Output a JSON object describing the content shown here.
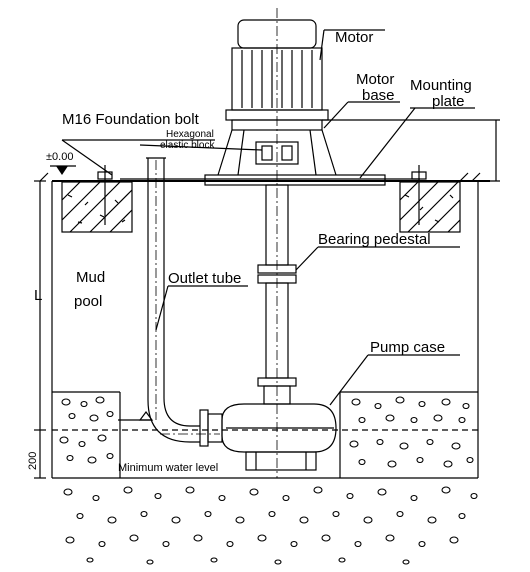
{
  "labels": {
    "motor": "Motor",
    "motor_base_1": "Motor",
    "motor_base_2": "base",
    "mounting_1": "Mounting",
    "mounting_2": "plate",
    "foundation_bolt": "M16 Foundation bolt",
    "hex_1": "Hexagonal",
    "hex_2": "elastic block",
    "level": "±0.00",
    "bearing": "Bearing pedestal",
    "mud_1": "Mud",
    "mud_2": "pool",
    "outlet": "Outlet tube",
    "pump_case": "Pump case",
    "min_water": "Minimum water level",
    "dim_l": "L",
    "dim_200": "200"
  },
  "colors": {
    "line": "#000000",
    "background": "#ffffff"
  }
}
